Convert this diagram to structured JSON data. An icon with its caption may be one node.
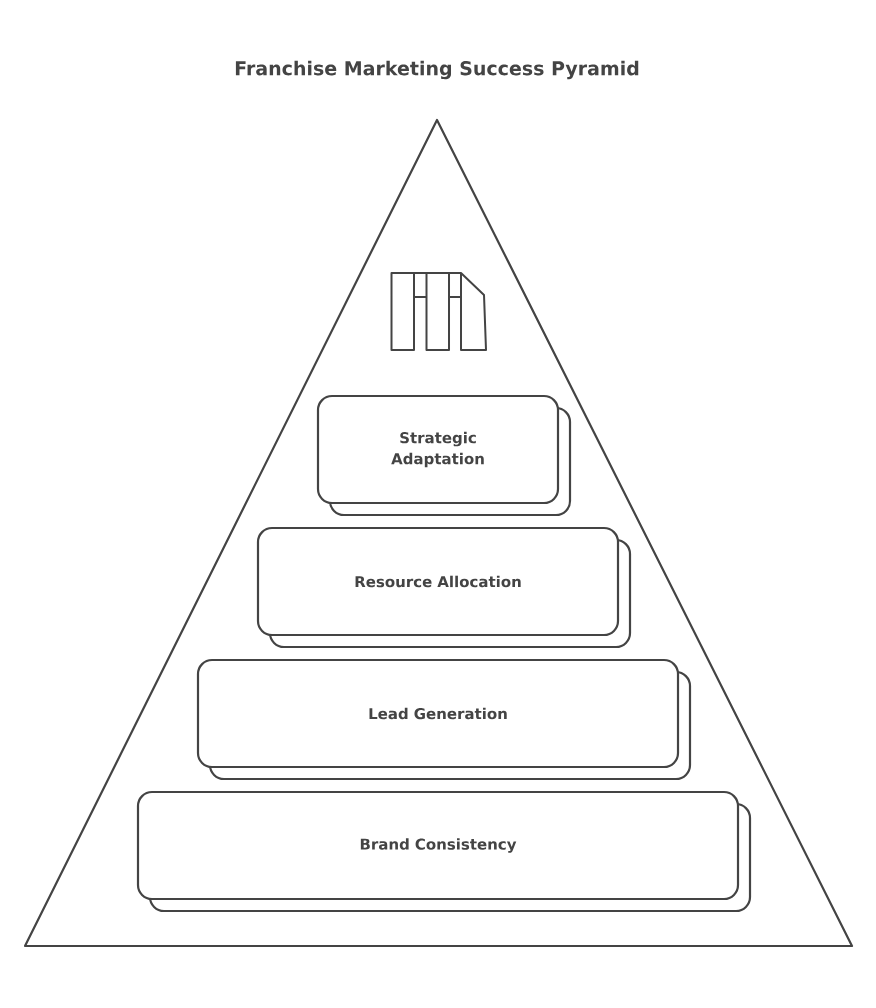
{
  "diagram": {
    "title": "Franchise Marketing Success Pyramid",
    "nodes": [
      {
        "text": [],
        "shape": "triangle"
      },
      {
        "text": [
          "Strategic Adaptation"
        ],
        "in": 0
      },
      {
        "text": [
          "Resource Allocation"
        ],
        "in": 0
      },
      {
        "text": [
          "Lead Generation"
        ],
        "in": 0
      },
      {
        "text": [
          "Brand Consistency"
        ],
        "in": 0
      }
    ]
  }
}
